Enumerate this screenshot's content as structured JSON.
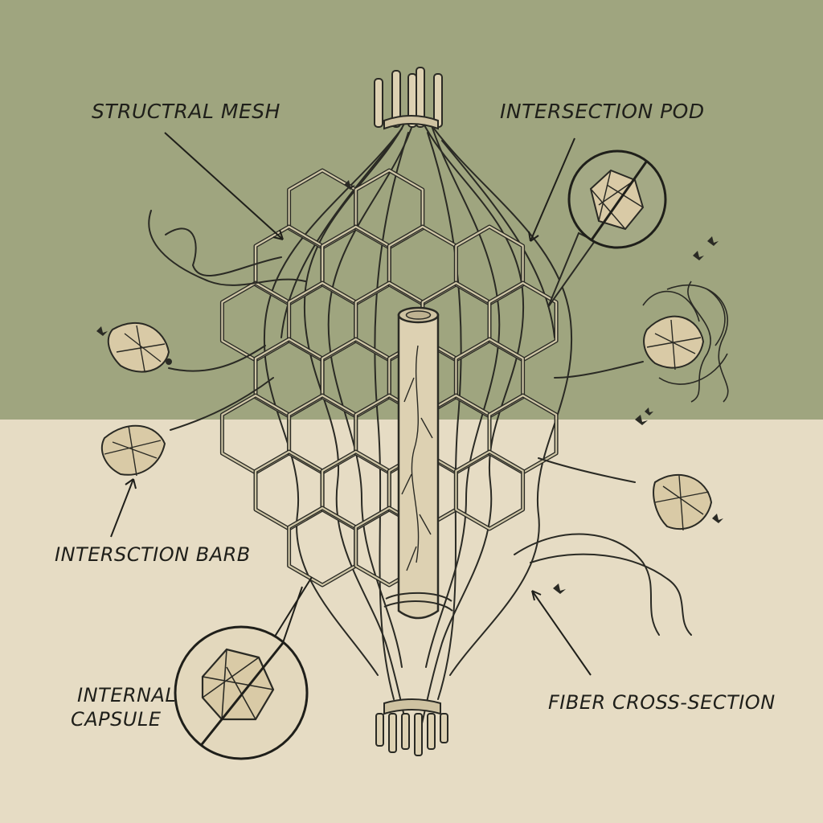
{
  "colors": {
    "top_band": "#9fa57f",
    "bottom_band": "#e6dcc4",
    "ink": "#2a2a24",
    "fiber_fill": "#ddd1b2",
    "mesh_fill": "#cfc6a6"
  },
  "labels": {
    "structural_mesh": "STRUCTRAL MESH",
    "intersection_pod": "INTERSECTION POD",
    "intersection_barb": "INTERSCTION BARB",
    "internal_capsule_line1": "INTERNAL",
    "internal_capsule_line2": "CAPSULE",
    "fiber_cross_section": "FIBER CROSS-SECTION"
  },
  "icons": [
    "fiber-bundle-icon",
    "hexagon-mesh-icon",
    "seed-pod-icon",
    "capsule-magnifier-icon",
    "insect-icon",
    "tendril-icon"
  ]
}
